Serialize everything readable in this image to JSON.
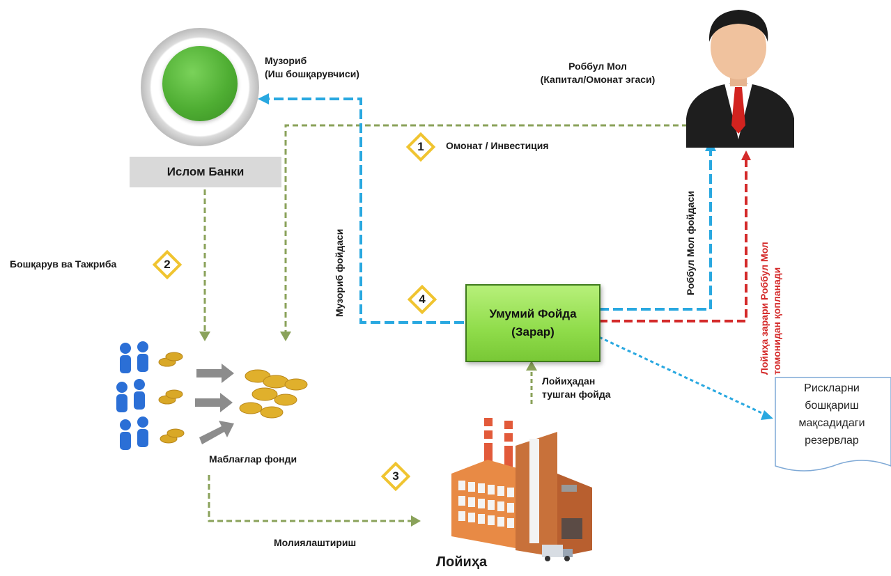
{
  "bank": {
    "name": "Ислом Банки",
    "role_line1": "Музориб",
    "role_line2": "(Иш бошқарувчиси)"
  },
  "investor": {
    "role_line1": "Роббул Мол",
    "role_line2": "(Капитал/Омонат эгаси)"
  },
  "center_box": {
    "line1": "Умумий Фойда",
    "line2": "(Зарар)"
  },
  "steps": [
    {
      "number": "1",
      "label": "Омонат / Инвестиция"
    },
    {
      "number": "2",
      "label": "Бошқарув ва Тажриба"
    },
    {
      "number": "3",
      "label": "Молиялаштириш"
    },
    {
      "number": "4",
      "label": ""
    }
  ],
  "labels": {
    "fund": "Маблағлар фонди",
    "project": "Лойиҳа",
    "project_profit_line1": "Лойиҳадан",
    "project_profit_line2": "тушган фойда",
    "mudarib_profit": "Музориб фойдаси",
    "rabbul_profit": "Роббул Мол фойдаси",
    "loss_line1": "Лойиҳа зарари Роббул Мол",
    "loss_line2": "томонидан қопланади"
  },
  "reserve_note": {
    "line1": "Рискларни",
    "line2": "бошқариш",
    "line3": "мақсадидаги",
    "line4": "резервлар"
  },
  "colors": {
    "green_flow": "#8aa25a",
    "blue_flow": "#29a8e0",
    "red_flow": "#d42a2a",
    "accent_diamond": "#f0c430",
    "box_green": "#8fdc4a"
  }
}
